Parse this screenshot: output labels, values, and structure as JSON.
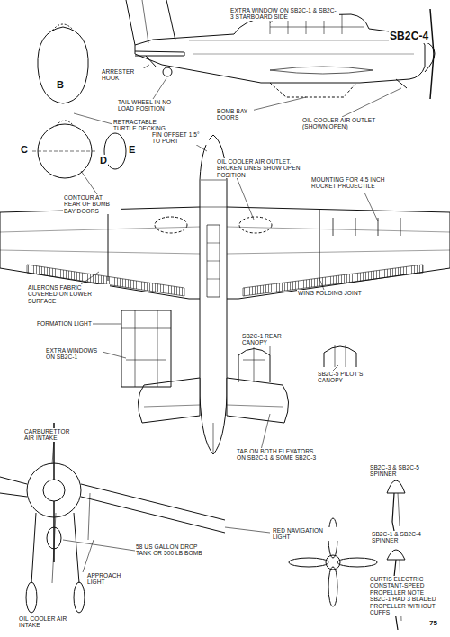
{
  "diagram": {
    "labels": [
      "EXTRA WINDOW ON SB2C-1 & SB2C-3 STARBOARD SIDE",
      "SB2C-4",
      "B",
      "ARRESTER HOOK",
      "TAIL WHEEL IN NO LOAD POSITION",
      "RETRACTABLE TURTLE DECKING",
      "FIN OFFSET 1.5° TO PORT",
      "C",
      "D",
      "E",
      "BOMB BAY DOORS",
      "OIL COOLER AIR OUTLET (SHOWN OPEN)",
      "CONTOUR AT REAR OF BOMB BAY DOORS",
      "OIL COOLER AIR OUTLET. BROKEN LINES SHOW OPEN POSITION",
      "MOUNTING FOR 4.5 INCH ROCKET PROJECTILE",
      "AILERONS FABRIC COVERED ON LOWER SURFACE",
      "WING FOLDING JOINT",
      "FORMATION LIGHT",
      "SB2C-1 REAR CANOPY",
      "EXTRA WINDOWS ON SB2C-1",
      "SB2C-5 PILOT'S CANOPY",
      "CARBURETTOR AIR INTAKE",
      "TAB ON BOTH ELEVATORS ON SB2C-1 & SOME SB2C-3",
      "SB2C-3 & SB2C-5 SPINNER",
      "SB2C-1 & SB2C-4 SPINNER",
      "RED NAVIGATION LIGHT",
      "APPROACH LIGHT",
      "58 US GALLON DROP TANK OR 500 LB BOMB",
      "OIL COOLER AIR INTAKE",
      "CURTIS ELECTRIC CONSTANT-SPEED PROPELLER NOTE SB2C-1 HAD 3 BLADED PROPELLER WITHOUT CUFFS",
      "75"
    ]
  }
}
